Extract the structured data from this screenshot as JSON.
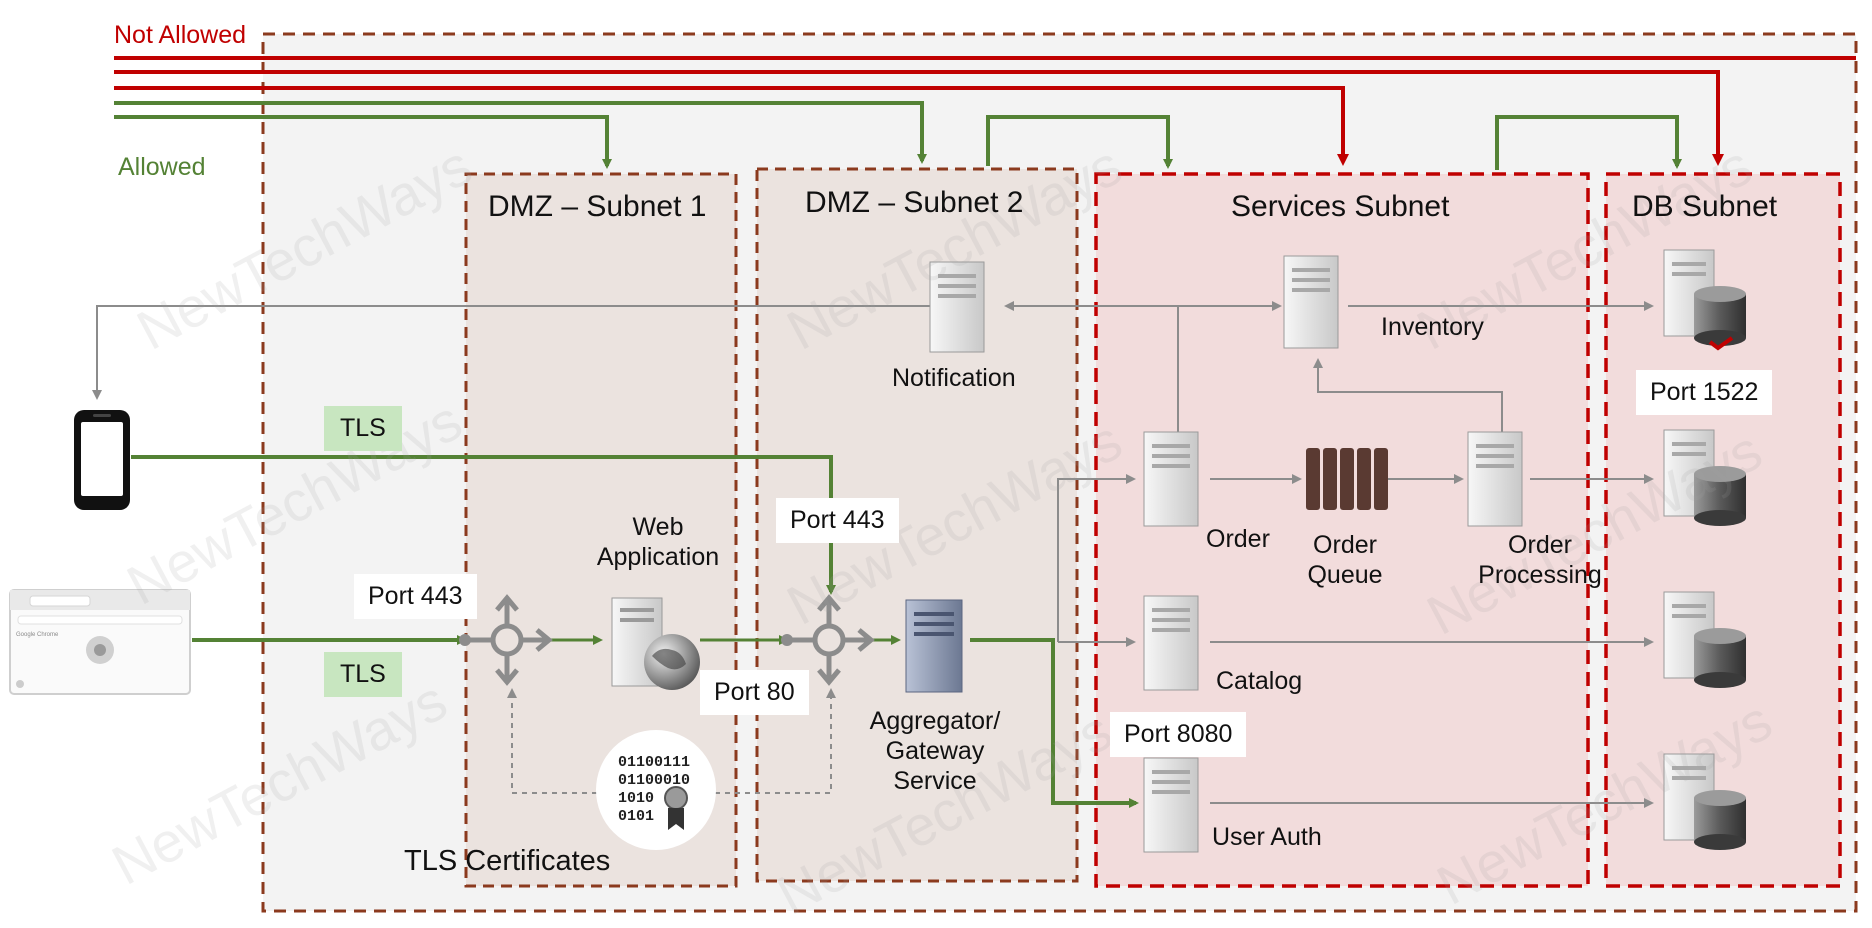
{
  "legend": {
    "not_allowed": "Not Allowed",
    "allowed": "Allowed"
  },
  "watermark": "NewTechWays",
  "zones": {
    "dmz1": "DMZ – Subnet 1",
    "dmz2": "DMZ – Subnet 2",
    "services": "Services Subnet",
    "db": "DB Subnet"
  },
  "tls_tags": [
    "TLS",
    "TLS"
  ],
  "ports": {
    "browser": "Port 443",
    "mobile": "Port 443",
    "webapp": "Port 80",
    "services": "Port 8080",
    "db": "Port 1522"
  },
  "nodes": {
    "web_app": "Web Application",
    "aggregator": "Aggregator/ Gateway Service",
    "notification": "Notification",
    "inventory": "Inventory",
    "order": "Order",
    "order_queue": "Order Queue",
    "order_processing": "Order Processing",
    "catalog": "Catalog",
    "user_auth": "User Auth"
  },
  "certificates": {
    "label": "TLS Certificates",
    "binary_text": [
      "01100111",
      "01100010",
      "1010",
      "0101"
    ]
  },
  "browser": {
    "brand": "Google Chrome"
  },
  "colors": {
    "not_allowed": "#c00000",
    "allowed": "#548235",
    "zone_border": "#8b3a1e",
    "restricted_border": "#c00000",
    "dmz_fill": "#ebe3df",
    "restricted_fill": "#f2dcdc",
    "outer_fill": "#f3f3f3"
  }
}
